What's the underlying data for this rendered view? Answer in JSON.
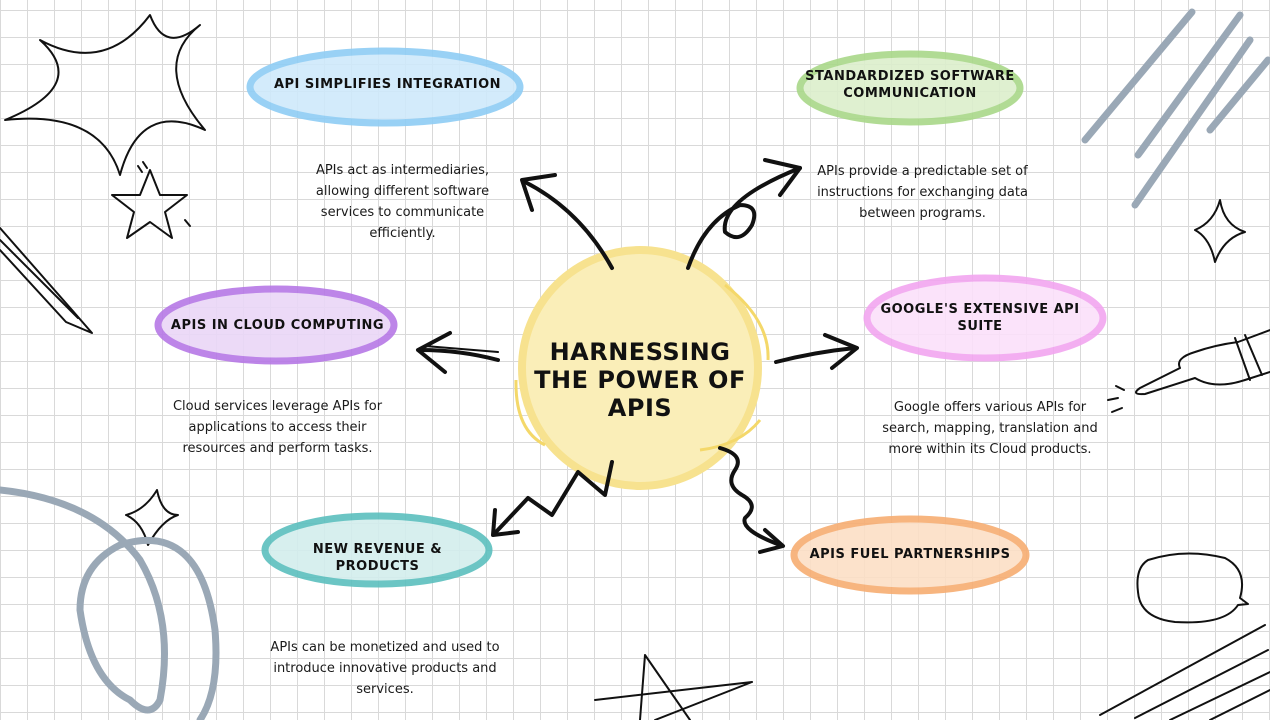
{
  "center": {
    "title": "HARNESSING THE POWER OF APIS"
  },
  "nodes": [
    {
      "title": "API SIMPLIFIES INTEGRATION",
      "description": "APIs act as intermediaries, allowing different software services to communicate efficiently.",
      "color": "#8ecdf5"
    },
    {
      "title": "STANDARDIZED SOFTWARE COMMUNICATION",
      "description": "APIs provide a predictable set of instructions for exchanging data between programs.",
      "color": "#a9d889"
    },
    {
      "title": "APIS IN CLOUD COMPUTING",
      "description": "Cloud services leverage APIs for applications to access their resources and perform tasks.",
      "color": "#b678e6"
    },
    {
      "title": "GOOGLE'S EXTENSIVE API SUITE",
      "description": "Google offers various APIs for search, mapping, translation and more within its Cloud products.",
      "color": "#f2a6f0"
    },
    {
      "title": "NEW REVENUE & PRODUCTS",
      "description": "APIs can be monetized and used to introduce innovative products and services.",
      "color": "#5bbfbe"
    },
    {
      "title": "APIS FUEL PARTNERSHIPS",
      "description": "",
      "color": "#f7ad72"
    }
  ],
  "center_color": "#f7e28f"
}
